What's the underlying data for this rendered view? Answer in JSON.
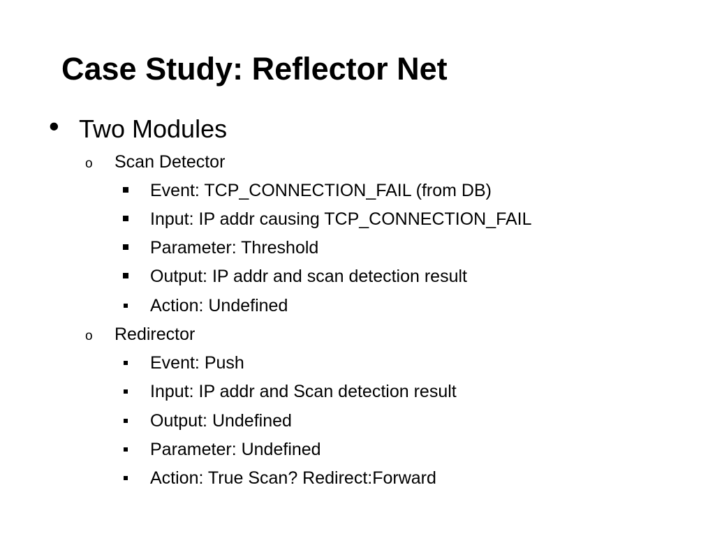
{
  "slide": {
    "title": "Case Study: Reflector Net",
    "bullet": {
      "symbol": "•",
      "text": "Two Modules"
    },
    "modules": [
      {
        "symbol": "o",
        "name": "Scan Detector",
        "items": [
          "Event: TCP_CONNECTION_FAIL (from DB)",
          "Input: IP addr causing TCP_CONNECTION_FAIL",
          "Parameter: Threshold",
          "Output: IP addr and scan detection result",
          "Action: Undefined"
        ]
      },
      {
        "symbol": "o",
        "name": "Redirector",
        "items": [
          "Event: Push",
          "Input: IP addr and Scan detection result",
          "Output: Undefined",
          "Parameter: Undefined",
          "Action: True Scan? Redirect:Forward"
        ]
      }
    ]
  }
}
